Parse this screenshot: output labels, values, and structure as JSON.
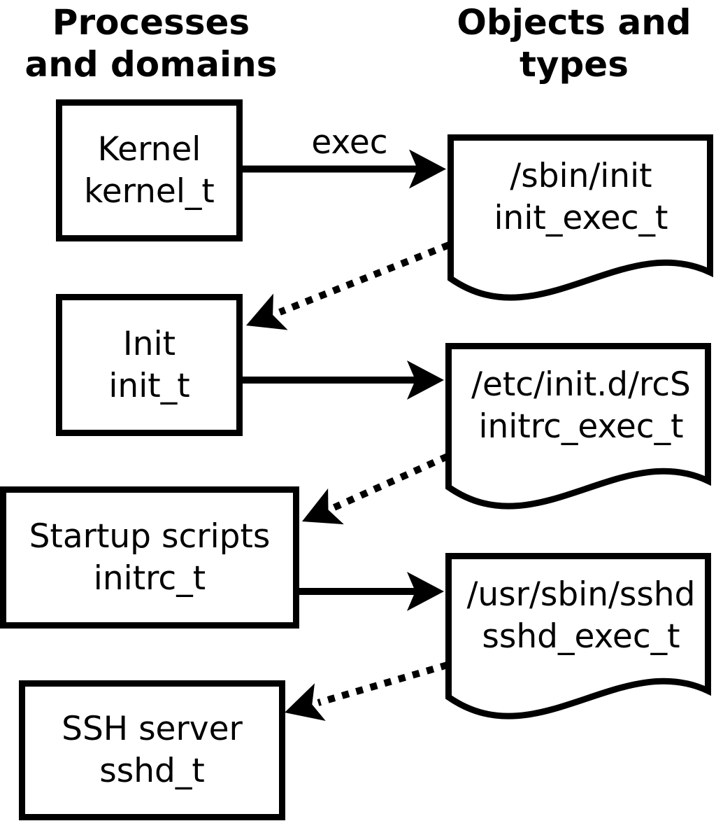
{
  "diagram": {
    "left_column_header": {
      "line1": "Processes",
      "line2": "and domains"
    },
    "right_column_header": {
      "line1": "Objects and",
      "line2": "types"
    },
    "processes": [
      {
        "label": "Kernel",
        "domain": "kernel_t"
      },
      {
        "label": "Init",
        "domain": "init_t"
      },
      {
        "label": "Startup scripts",
        "domain": "initrc_t"
      },
      {
        "label": "SSH server",
        "domain": "sshd_t"
      }
    ],
    "objects": [
      {
        "path": "/sbin/init",
        "type": "init_exec_t"
      },
      {
        "path": "/etc/init.d/rcS",
        "type": "initrc_exec_t"
      },
      {
        "path": "/usr/sbin/sshd",
        "type": "sshd_exec_t"
      }
    ],
    "exec_arrow_label": "exec",
    "colors": {
      "ink": "#000000",
      "paper": "#ffffff"
    }
  }
}
